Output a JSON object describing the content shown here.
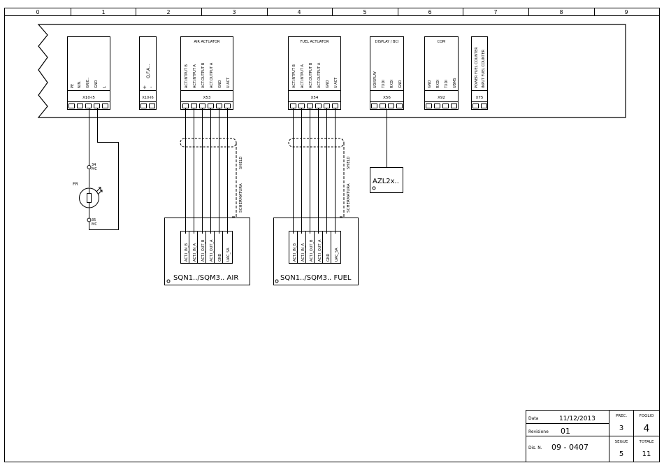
{
  "ruler": [
    "0",
    "1",
    "2",
    "3",
    "4",
    "5",
    "6",
    "7",
    "8",
    "9"
  ],
  "modules": {
    "m1": {
      "pins": [
        "PE",
        "N/N.",
        "GR/E..",
        "GND",
        "L"
      ],
      "connector": "X10-I5"
    },
    "m2": {
      "title": "Q.F.A...",
      "plus": "+",
      "minus": "-",
      "connector": "X10-I6"
    },
    "m3": {
      "title": "AIR ACTUATOR",
      "pins": [
        "ACT.INTPUT B",
        "ACT.INTPUT A",
        "ACT.OUTPUT B",
        "ACT.OUTPUT A",
        "GND",
        "U ACT"
      ],
      "connector": "X53"
    },
    "m4": {
      "title": "FUEL ACTUATOR",
      "pins": [
        "ACT.INTPUT B",
        "ACT.INTPUT A",
        "ACT.OUTPUT B",
        "ACT.OUTPUT A",
        "GND",
        "U ACT"
      ],
      "connector": "X54"
    },
    "m5": {
      "title": "DISPLAY / BCI",
      "pins": [
        "UDISPLAY",
        "TXDI",
        "RXDI",
        "GND"
      ],
      "connector": "X56"
    },
    "m6": {
      "title": "COM",
      "pins": [
        "GND",
        "RXDI",
        "TXDI",
        "UBMS"
      ],
      "connector": "X92"
    },
    "m7": {
      "pins": [
        "POWER FUEL COUNTER",
        "INPUT FUEL COUNTER"
      ],
      "connector": "X75"
    }
  },
  "photo": {
    "label": "FR",
    "top_terminal": "34",
    "top_code": "MC",
    "bottom_terminal": "35",
    "bottom_code": "MC"
  },
  "shield": {
    "label": "SHIELD",
    "schematura": "SCHERMATURA"
  },
  "actuator_terminals": [
    "ACT.I_IN_B",
    "ACT.I_IN_A",
    "ACT.I_OUT_B",
    "ACT.I_OUT_A",
    "GND",
    "UAC_SA"
  ],
  "devices": {
    "air": "SQN1../SQM3.. AIR",
    "fuel": "SQN1../SQM3.. FUEL",
    "azl": "AZL2x.."
  },
  "titleblock": {
    "data_label": "Data",
    "data_value": "11/12/2013",
    "rev_label": "Revisione",
    "rev_value": "01",
    "dis_label": "Dis. N.",
    "dis_value": "09 - 0407",
    "prec_label": "PREC.",
    "prec_value": "3",
    "foglio_label": "FOGLIO",
    "foglio_value": "4",
    "segue_label": "SEGUE",
    "segue_value": "5",
    "totale_label": "TOTALE",
    "totale_value": "11"
  }
}
